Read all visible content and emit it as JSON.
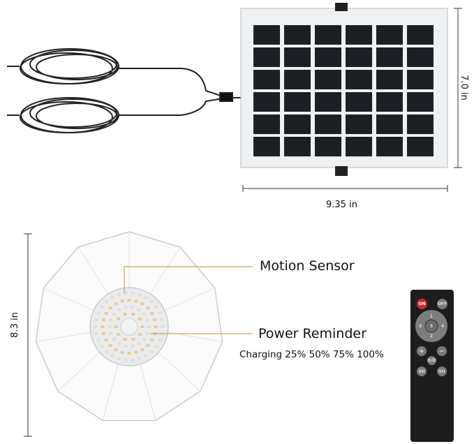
{
  "dimensions": {
    "panel_height": "7.0 in",
    "panel_width": "9.35 in",
    "lamp_height": "8.3 in"
  },
  "callouts": {
    "motion_sensor": "Motion Sensor",
    "power_reminder": "Power Reminder",
    "charging_levels": "Charging 25% 50% 75% 100%"
  },
  "remote": {
    "on": "ON",
    "off": "OFF",
    "up": "1",
    "down": "2",
    "left": "3",
    "right": "4",
    "center": "5",
    "plus": "+",
    "minus": "−",
    "mode": "8/D",
    "timer4": "4H",
    "timer8": "8H"
  },
  "colors": {
    "callout_line": "#c8a860",
    "remote_on": "#d42a2a",
    "panel_cell": "#1c1f24"
  }
}
